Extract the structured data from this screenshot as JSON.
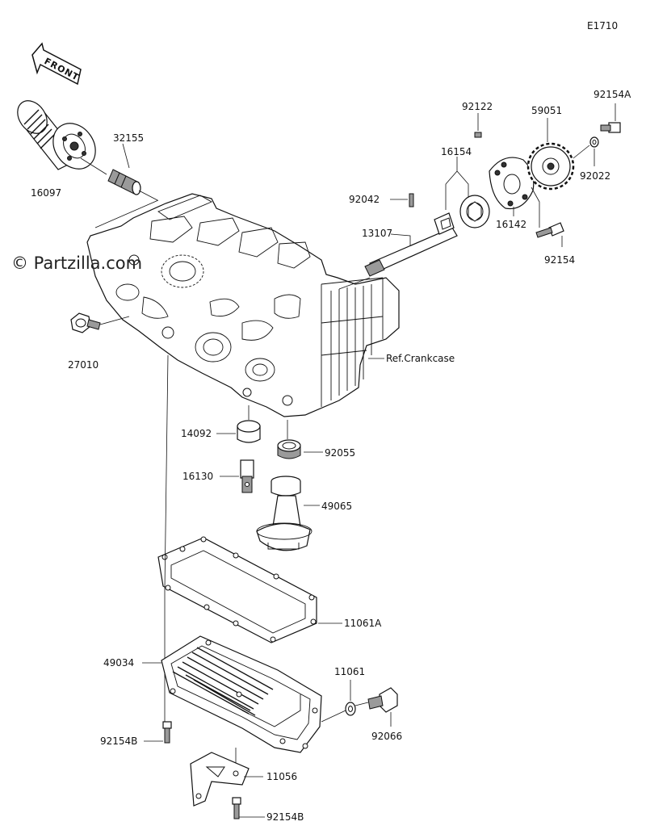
{
  "diagram_code": "E1710",
  "watermark": "© Partzilla.com",
  "front_label": "FRONT",
  "ref_label": "Ref.Crankcase",
  "parts": {
    "p16097": "16097",
    "p32155": "32155",
    "p27010": "27010",
    "p92122": "92122",
    "p59051": "59051",
    "p92154A": "92154A",
    "p16154": "16154",
    "p92022": "92022",
    "p92042": "92042",
    "p13107": "13107",
    "p16142": "16142",
    "p92154": "92154",
    "p14092": "14092",
    "p92055": "92055",
    "p16130": "16130",
    "p49065": "49065",
    "p11061A": "11061A",
    "p49034": "49034",
    "p11061": "11061",
    "p92066": "92066",
    "p92154B_1": "92154B",
    "p11056": "11056",
    "p92154B_2": "92154B"
  }
}
